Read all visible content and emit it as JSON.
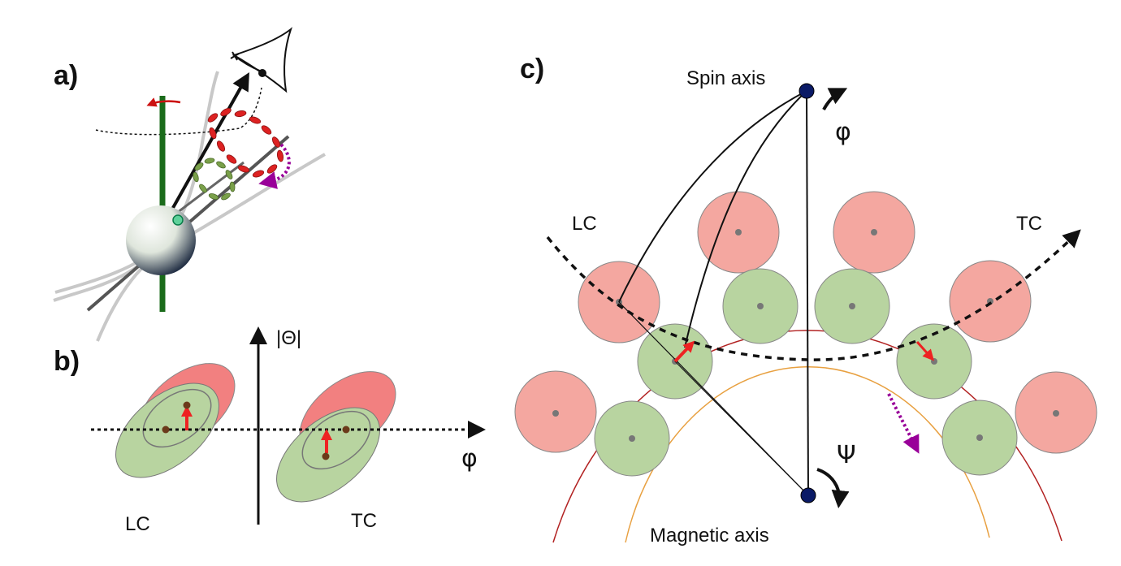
{
  "panels": {
    "a": {
      "label": "a)"
    },
    "b": {
      "label": "b)",
      "axis_y": "|Θ|",
      "axis_x": "φ",
      "left_label": "LC",
      "right_label": "TC"
    },
    "c": {
      "label": "c)",
      "spin_axis": "Spin axis",
      "magnetic_axis": "Magnetic axis",
      "phi": "φ",
      "psi": "Ψ",
      "left_label": "LC",
      "right_label": "TC"
    }
  },
  "colors": {
    "pink": "#f4a7a0",
    "green": "#b8d4a0",
    "red_arrow": "#ee2222",
    "purple": "#990099",
    "navy": "#0a1a66",
    "dark_red_line": "#b22222",
    "orange_line": "#e8a040",
    "green_axis": "#1a6b1a"
  }
}
